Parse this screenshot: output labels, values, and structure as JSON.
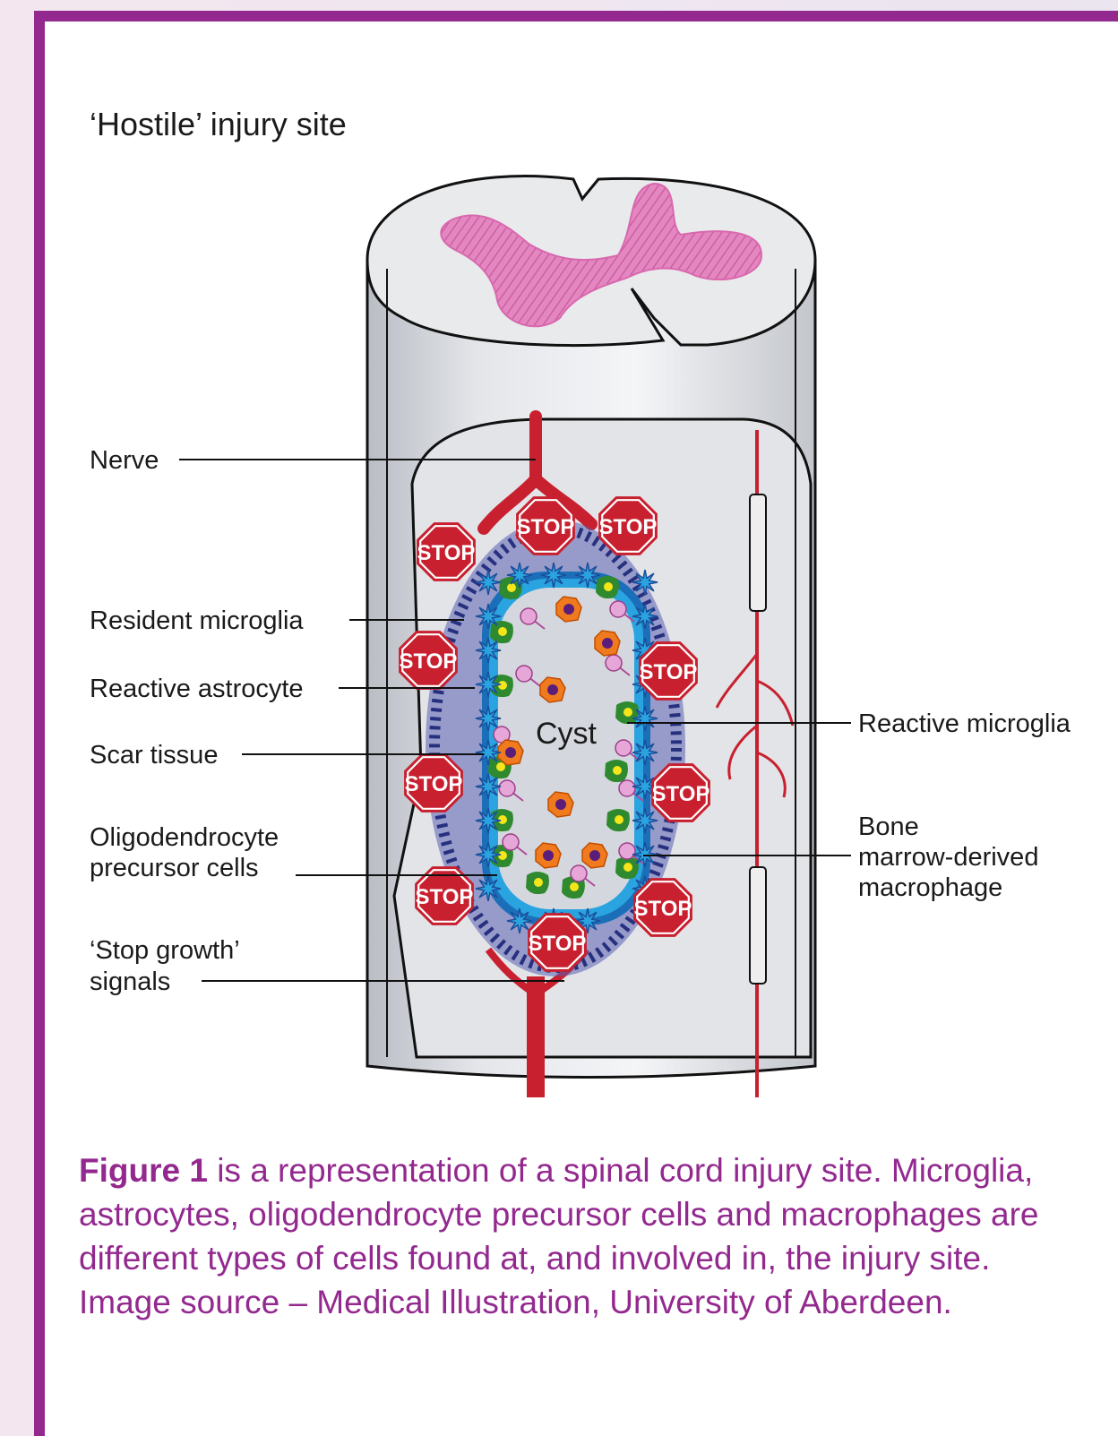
{
  "title": "‘Hostile’ injury site",
  "labels": {
    "nerve": "Nerve",
    "resident_microglia": "Resident microglia",
    "reactive_astrocyte": "Reactive astrocyte",
    "scar_tissue": "Scar tissue",
    "opc_line1": "Oligodendrocyte",
    "opc_line2": "precursor cells",
    "stop_line1": "‘Stop growth’",
    "stop_line2": "signals",
    "reactive_microglia": "Reactive microglia",
    "bmdm_line1": "Bone",
    "bmdm_line2": "marrow-derived",
    "bmdm_line3": "macrophage",
    "cyst": "Cyst",
    "stop_sign": "STOP"
  },
  "caption": {
    "bold": "Figure 1",
    "text": " is a representation of a spinal cord injury site. Microglia, astrocytes, oligodendrocyte precursor cells and macrophages are different types of cells found at, and involved in, the injury site. Image source – Medical Illustration, University of Aberdeen."
  },
  "colors": {
    "frame": "#93298f",
    "caption": "#93298f",
    "nerve": "#c8202f",
    "stop": "#c8202f",
    "astrocyte": "#2aa4e0",
    "microglia_resident": "#2b3a8f",
    "grey_matter": "#e070b0",
    "macrophage": "#f07a1e",
    "reactive_microglia": "#2f8a2f",
    "opc": "#e6a6d8"
  }
}
